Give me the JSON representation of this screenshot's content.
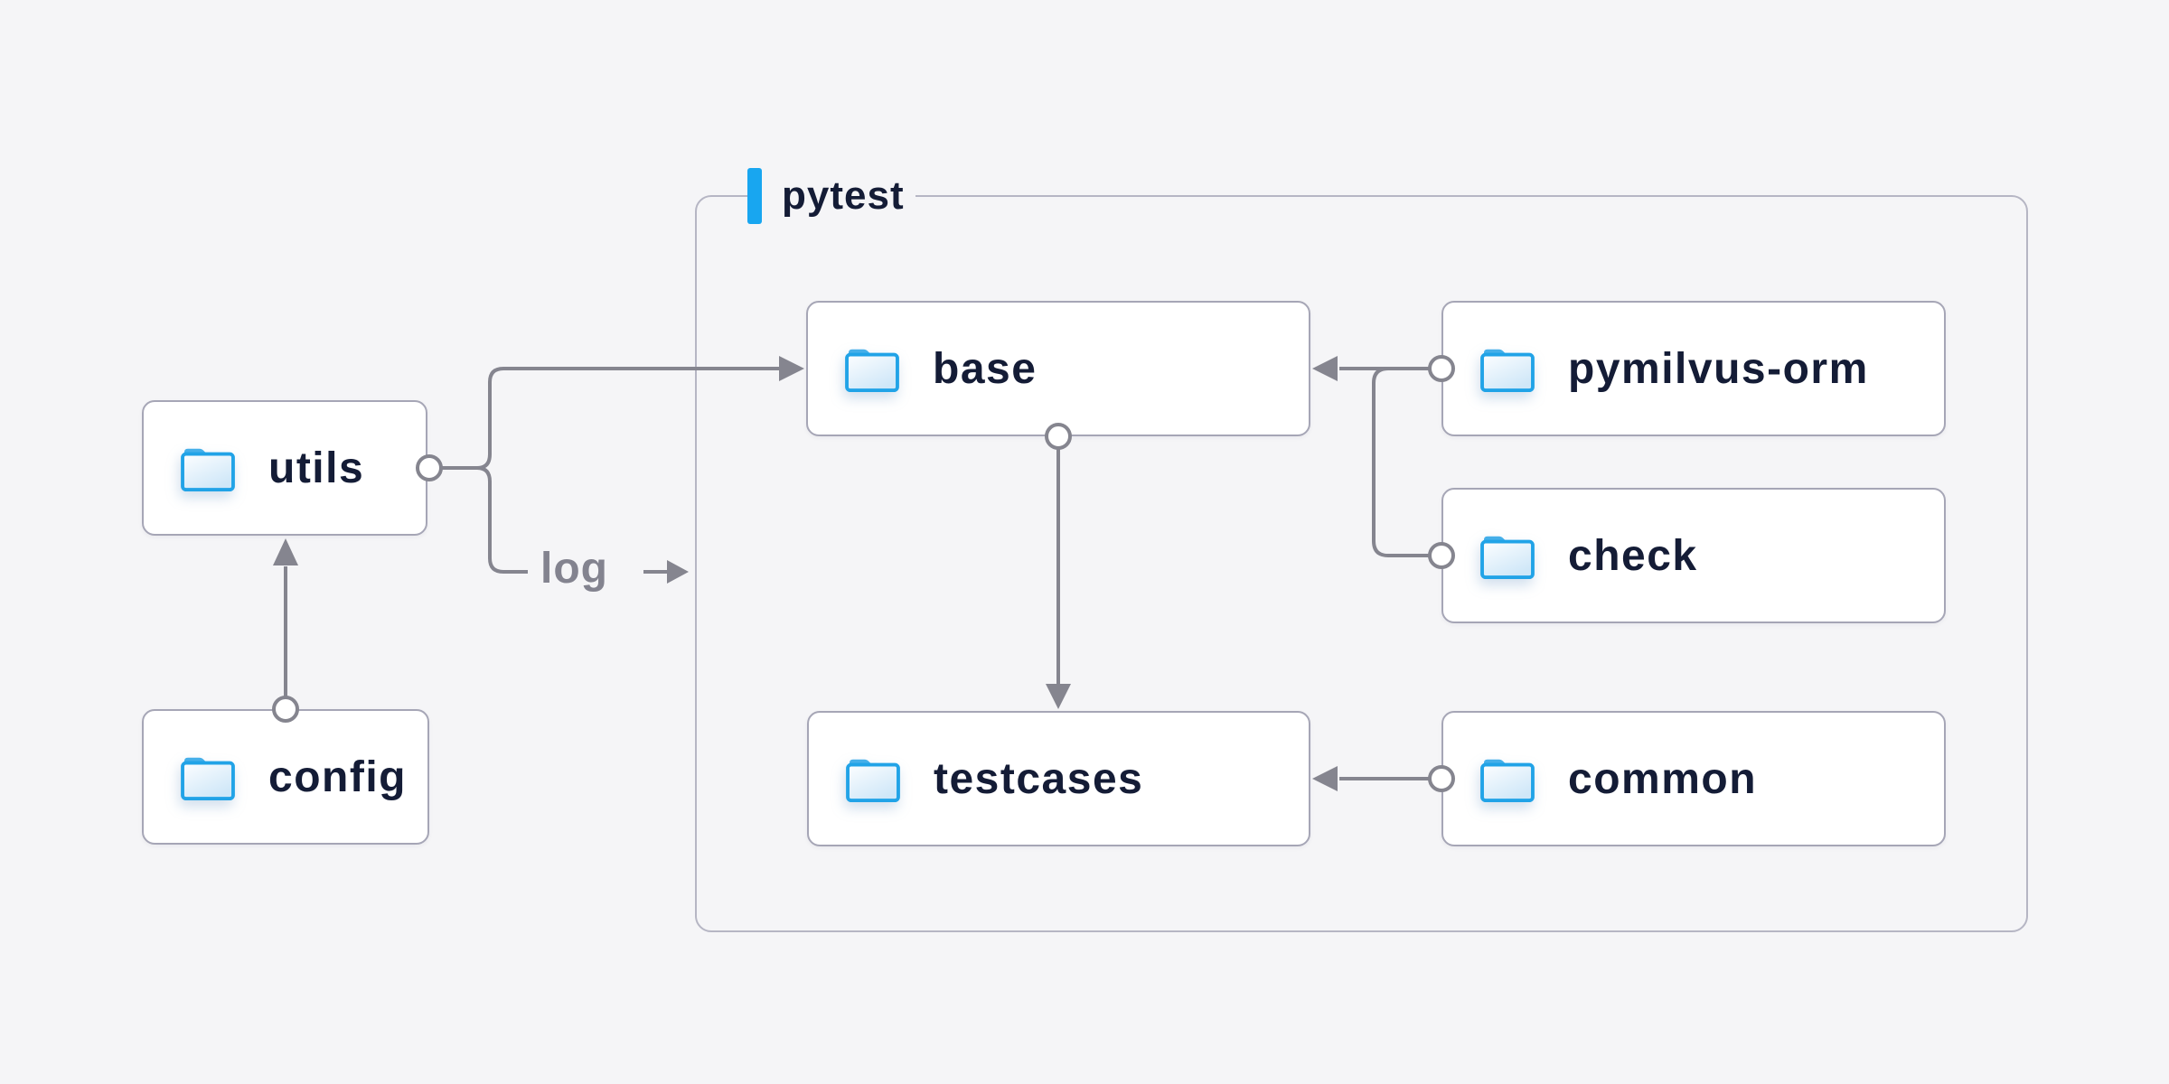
{
  "page": {
    "background_color": "#f5f5f7"
  },
  "diagram": {
    "container": {
      "label": "pytest",
      "accent_color": "#18a6f0"
    },
    "nodes": [
      {
        "id": "utils",
        "label": "utils",
        "icon": "folder-icon"
      },
      {
        "id": "config",
        "label": "config",
        "icon": "folder-icon"
      },
      {
        "id": "base",
        "label": "base",
        "icon": "folder-icon"
      },
      {
        "id": "pymilvus-orm",
        "label": "pymilvus-orm",
        "icon": "folder-icon"
      },
      {
        "id": "check",
        "label": "check",
        "icon": "folder-icon"
      },
      {
        "id": "testcases",
        "label": "testcases",
        "icon": "folder-icon"
      },
      {
        "id": "common",
        "label": "common",
        "icon": "folder-icon"
      }
    ],
    "edges": [
      {
        "from": "config",
        "to": "utils"
      },
      {
        "from": "utils",
        "to": "base"
      },
      {
        "from": "utils",
        "to": "log",
        "label": "log"
      },
      {
        "from": "base",
        "to": "testcases"
      },
      {
        "from": "pymilvus-orm",
        "to": "base"
      },
      {
        "from": "check",
        "to": "base"
      },
      {
        "from": "common",
        "to": "testcases"
      }
    ],
    "log_label": "log",
    "colors": {
      "line": "#85858f",
      "node_border": "#a6a6b6",
      "container_border": "#b6b6c4",
      "text": "#141c36",
      "edge_label_text": "#83838f",
      "folder_stroke": "#21a3e7",
      "folder_tab": "#45afe9"
    }
  }
}
